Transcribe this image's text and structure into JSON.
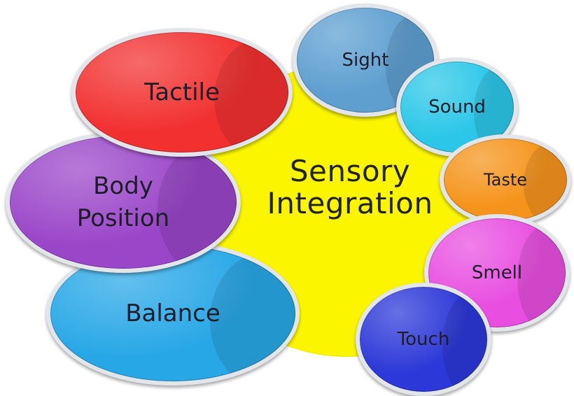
{
  "center": {
    "title_line1": "Sensory",
    "title_line2": "Integration",
    "color": "#fbf600"
  },
  "bubbles": {
    "tactile": {
      "label": "Tactile",
      "color": "#f23030"
    },
    "body_position": {
      "label_line1": "Body",
      "label_line2": "Position",
      "color": "#9a46c8"
    },
    "balance": {
      "label": "Balance",
      "color": "#27a7e6"
    },
    "sight": {
      "label": "Sight",
      "color": "#5e9fd0"
    },
    "sound": {
      "label": "Sound",
      "color": "#2cc7e8"
    },
    "taste": {
      "label": "Taste",
      "color": "#f5941c"
    },
    "smell": {
      "label": "Smell",
      "color": "#e84fe0"
    },
    "touch": {
      "label": "Touch",
      "color": "#2c38d8"
    }
  }
}
